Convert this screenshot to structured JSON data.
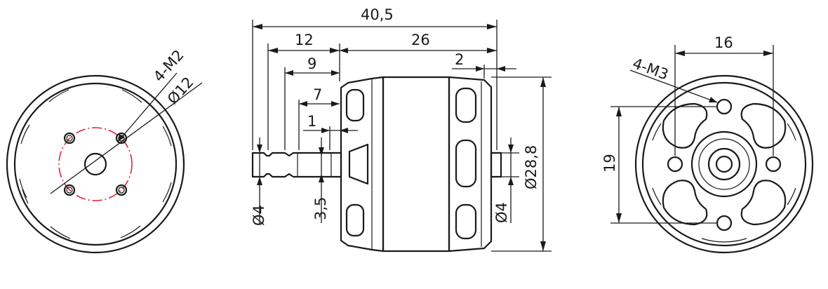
{
  "front_view": {
    "callout_thread": "4-M2",
    "callout_pcd": "Ø12"
  },
  "side_view": {
    "overall_length": "40,5",
    "shaft_end_length": "12",
    "body_length": "26",
    "step_9": "9",
    "step_7": "7",
    "step_1": "1",
    "rear_gap": "2",
    "shaft_diameter": "Ø4",
    "shaft_flat": "3,5",
    "rear_shaft_diameter": "Ø4",
    "body_diameter": "Ø28,8"
  },
  "rear_view": {
    "hole_spacing_horizontal": "16",
    "hole_spacing_vertical": "19",
    "callout_thread": "4-M3"
  }
}
